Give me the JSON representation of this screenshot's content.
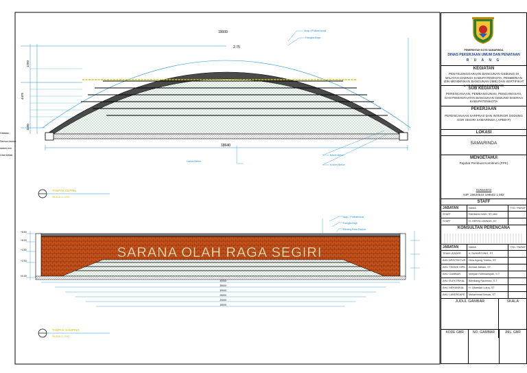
{
  "drawing": {
    "upper": {
      "top_dim": "19000",
      "dims_left": [
        "1750",
        "4475",
        "1150"
      ],
      "dims_right_top": "2.75",
      "width_dim": "18640",
      "callouts_right": [
        "Atap / Polikarbonat",
        "Rangka Baja",
        "Balok Beton",
        "Kolom Beton"
      ],
      "bottom_note": "Lantai Beton",
      "left_notes": [
        "Catatan :",
        "Semua ukuran",
        "dalam mm",
        "Lihat Detail"
      ],
      "section_title": "TAMPAK DEPAN",
      "scale": "SKALA 1 : 200"
    },
    "lower": {
      "banner": "SARANA OLAH RAGA SEGIRI",
      "callouts_right": [
        "Atap / Polikarbonat",
        "Rangka Baja",
        "Dinding Bata Ekspos"
      ],
      "dims_left": [
        "+8.50",
        "+6.00",
        "+3.50",
        "+2.00",
        "±0.00"
      ],
      "bottom_dims": [
        "40000",
        "35000",
        "30000",
        "25000",
        "20000",
        "15000"
      ],
      "section_title": "TAMPAK SAMPING",
      "scale": "SKALA 1 : 200"
    }
  },
  "titleblock": {
    "org_small": "PEMERINTAH KOTA SAMARINDA",
    "org_line1": "DINAS PEKERJAAN UMUM DAN PENATAAN",
    "org_line2": "R U A N G",
    "kegiatan_h": "KEGIATAN",
    "kegiatan_t": "PENYELENGGARAAN BANGUNAN GEDUNG DI WILAYAH DAERAH KABUPATEN/KOTA, PEMBERIAN IZIN MENDIRIKAN BANGUNAN (IMB) DAN SERTIFIKAT LAIK BANGUNAN GEDUNG",
    "subkeg_h": "SUB KEGIATAN",
    "subkeg_t": "PERENCANAAN, PEMBANGUNAN, PENGAWASAN, DAN PEMANFAATAN BANGUNAN GEDUNG DAERAH KABUPATEN/KOTA",
    "pekerjaan_h": "PEKERJAAN",
    "pekerjaan_t": "PERENCANAAN SARPRAS DAN INTERIOR GEDUNG GOR SEGIRI SAMARINDA ( APBD-P)",
    "lokasi_h": "LOKASI",
    "lokasi_t": "SAMARINDA",
    "mengetahui_h": "MENGETAHUI",
    "mengetahui_t": "Pejabat Pembuat Komitmen (PPK)",
    "ppk_name": "SUWASIGI",
    "ppk_nip": "NIP. 19620510 198502 1 002",
    "staff_h": "STAFF",
    "staff_cols": [
      "JABATAN",
      "NAMA",
      "TTD / PARAF"
    ],
    "staff_rows": [
      [
        "STAFF",
        "RAHMAN HADI, ST.,MM",
        ""
      ],
      [
        "STAFF",
        "H. HERYA JANNAH, ST",
        ""
      ]
    ],
    "konsultan_h": "KONSULTAN PERENCANA",
    "konsultan_cols": [
      "JABATAN",
      "NAMA",
      "TTD / PARAF"
    ],
    "konsultan_rows": [
      [
        "TEAM LEADER",
        "Ir. SUHARTONO, ST",
        ""
      ],
      [
        "AHLI ARSITEKTUR",
        "Heru Agung Trianto, ST",
        ""
      ],
      [
        "AHLI TEKNIK SIPIL",
        "Ahmad Jaelani, ST",
        ""
      ],
      [
        "AHLI GAMBAR",
        "Imelyan Fahmiansyah, S.T",
        ""
      ],
      [
        "AHLI ELEKTRIKAL",
        "Bambang Rachman, S.T",
        ""
      ],
      [
        "AHLI MEKANIKAL",
        "H. Ubaedan Luluq, ST",
        ""
      ],
      [
        "AHLI LANDSCAPE",
        "Muhammad Ikhsan, ST",
        ""
      ]
    ],
    "judul": "JUDUL GAMBAR",
    "skala": "SKALA",
    "kode": "KODE GBR",
    "no": "NO. GAMBAR",
    "jml": "JML. GBR"
  }
}
